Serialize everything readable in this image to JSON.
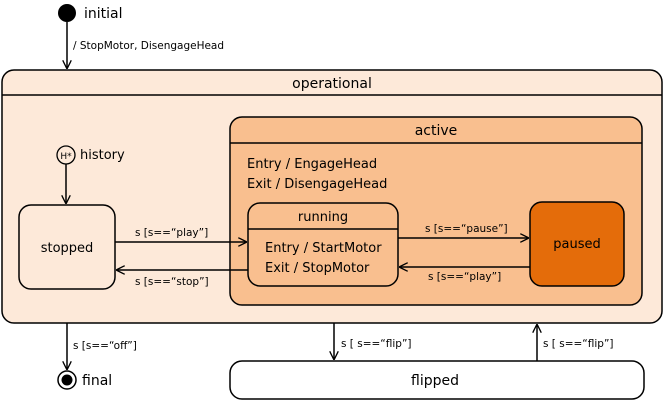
{
  "initial": {
    "label": "initial"
  },
  "initial_transition": {
    "label": "/ StopMotor, DisengageHead"
  },
  "operational": {
    "title": "operational"
  },
  "history": {
    "glyph": "H*",
    "label": "history"
  },
  "stopped": {
    "title": "stopped"
  },
  "active": {
    "title": "active",
    "entry": "Entry / EngageHead",
    "exit": "Exit / DisengageHead"
  },
  "running": {
    "title": "running",
    "entry": "Entry / StartMotor",
    "exit": "Exit / StopMotor"
  },
  "paused": {
    "title": "paused"
  },
  "transitions": {
    "stopped_to_running": "s [s==“play”]",
    "running_to_stopped": "s [s==“stop”]",
    "running_to_paused": "s [s==“pause”]",
    "paused_to_running": "s [s==“play”]",
    "operational_to_final": "s [s==“off”]",
    "operational_to_flipped": "s [ s==“flip”]",
    "flipped_to_operational": "s [ s==“flip”]"
  },
  "final": {
    "label": "final"
  },
  "flipped": {
    "title": "flipped"
  },
  "colors": {
    "operational_fill": "#fde9d9",
    "active_fill": "#f9bf8f",
    "paused_fill": "#e46c0a",
    "stroke": "#000000"
  }
}
